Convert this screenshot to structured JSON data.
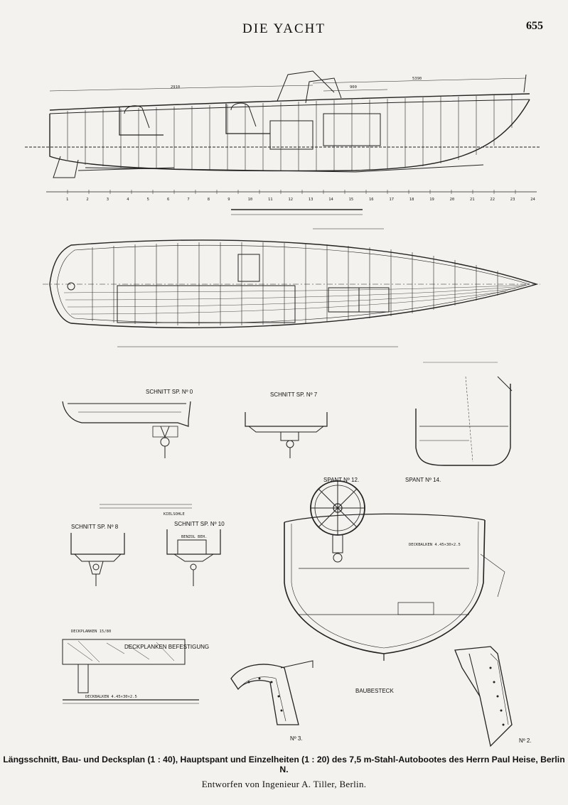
{
  "header": {
    "title": "DIE YACHT",
    "page_number": "655"
  },
  "drawing_labels": {
    "section_a": "SCHNITT SP. Nº 0",
    "section_b": "SCHNITT SP. Nº 7",
    "section_c": "SCHNITT SP. Nº 8",
    "section_d": "SCHNITT SP. Nº 10",
    "section_e": "SPANT Nº 12.",
    "section_f": "SPANT Nº 14.",
    "deck_fixing": "DECKPLANKEN BEFESTIGUNG",
    "deck_planks": "DECKPLANKEN 15/80",
    "deck_beam": "DECKBALKEN 4.45×30×2.5",
    "bow_stem": "BAUBESTECK",
    "no3": "Nº 3.",
    "no2": "Nº 2.",
    "kielsohle": "KIELSOHLE",
    "benzol": "BENZOL BEH.",
    "deckbalken_mid": "DECKBALKEN 4.45×30×2.5",
    "dim_2910": "2910",
    "dim_5390": "5390",
    "dim_900": "900"
  },
  "station_numbers": [
    "1",
    "2",
    "3",
    "4",
    "5",
    "6",
    "7",
    "8",
    "9",
    "10",
    "11",
    "12",
    "13",
    "14",
    "15",
    "16",
    "17",
    "18",
    "19",
    "20",
    "21",
    "22",
    "23",
    "24"
  ],
  "caption": {
    "line1": "Längsschnitt, Bau- und Decksplan (1 : 40), Hauptspant und Einzelheiten (1 : 20) des 7,5 m-Stahl-Autobootes des Herrn Paul Heise, Berlin N.",
    "line2": "Entworfen von Ingenieur A. Tiller, Berlin."
  }
}
